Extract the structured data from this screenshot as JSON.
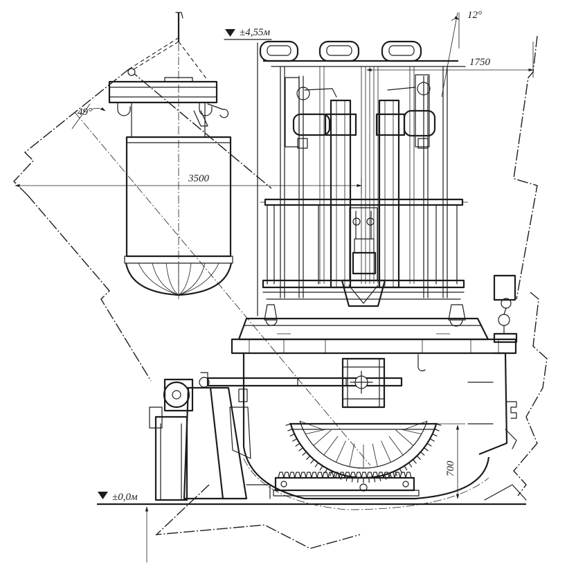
{
  "labels": {
    "level_top": "±4,55м",
    "level_ground": "±0,0м",
    "angle_electrode": "12°",
    "angle_bucket": "49°",
    "dim_span": "3500",
    "dim_electrode": "1750",
    "dim_depth": "700"
  },
  "colors": {
    "line": "#1c1c1c",
    "background": "#ffffff"
  }
}
